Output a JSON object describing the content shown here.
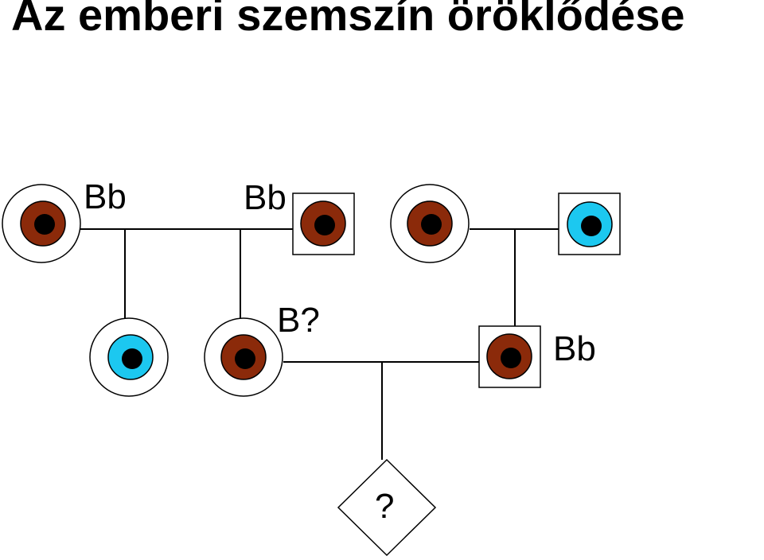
{
  "title": "Az emberi szemszín öröklődése",
  "colors": {
    "brown_iris": "#8B2A0A",
    "blue_iris": "#1CC8F0",
    "pupil": "#000000",
    "line": "#000000",
    "background": "#ffffff"
  },
  "individuals": {
    "gen1_mother_left": {
      "shape": "circle",
      "eye": "brown",
      "genotype": "Bb"
    },
    "gen1_father_left": {
      "shape": "square",
      "eye": "brown",
      "genotype": "Bb"
    },
    "gen1_mother_right": {
      "shape": "circle",
      "eye": "brown",
      "genotype": ""
    },
    "gen1_father_right": {
      "shape": "square",
      "eye": "blue",
      "genotype": ""
    },
    "gen2_daughter_blue": {
      "shape": "circle",
      "eye": "blue",
      "genotype": ""
    },
    "gen2_daughter_brown": {
      "shape": "circle",
      "eye": "brown",
      "genotype": "B?"
    },
    "gen2_son": {
      "shape": "square",
      "eye": "brown",
      "genotype": "Bb"
    },
    "gen3_child": {
      "shape": "diamond",
      "eye": "unknown",
      "genotype": "?"
    }
  }
}
